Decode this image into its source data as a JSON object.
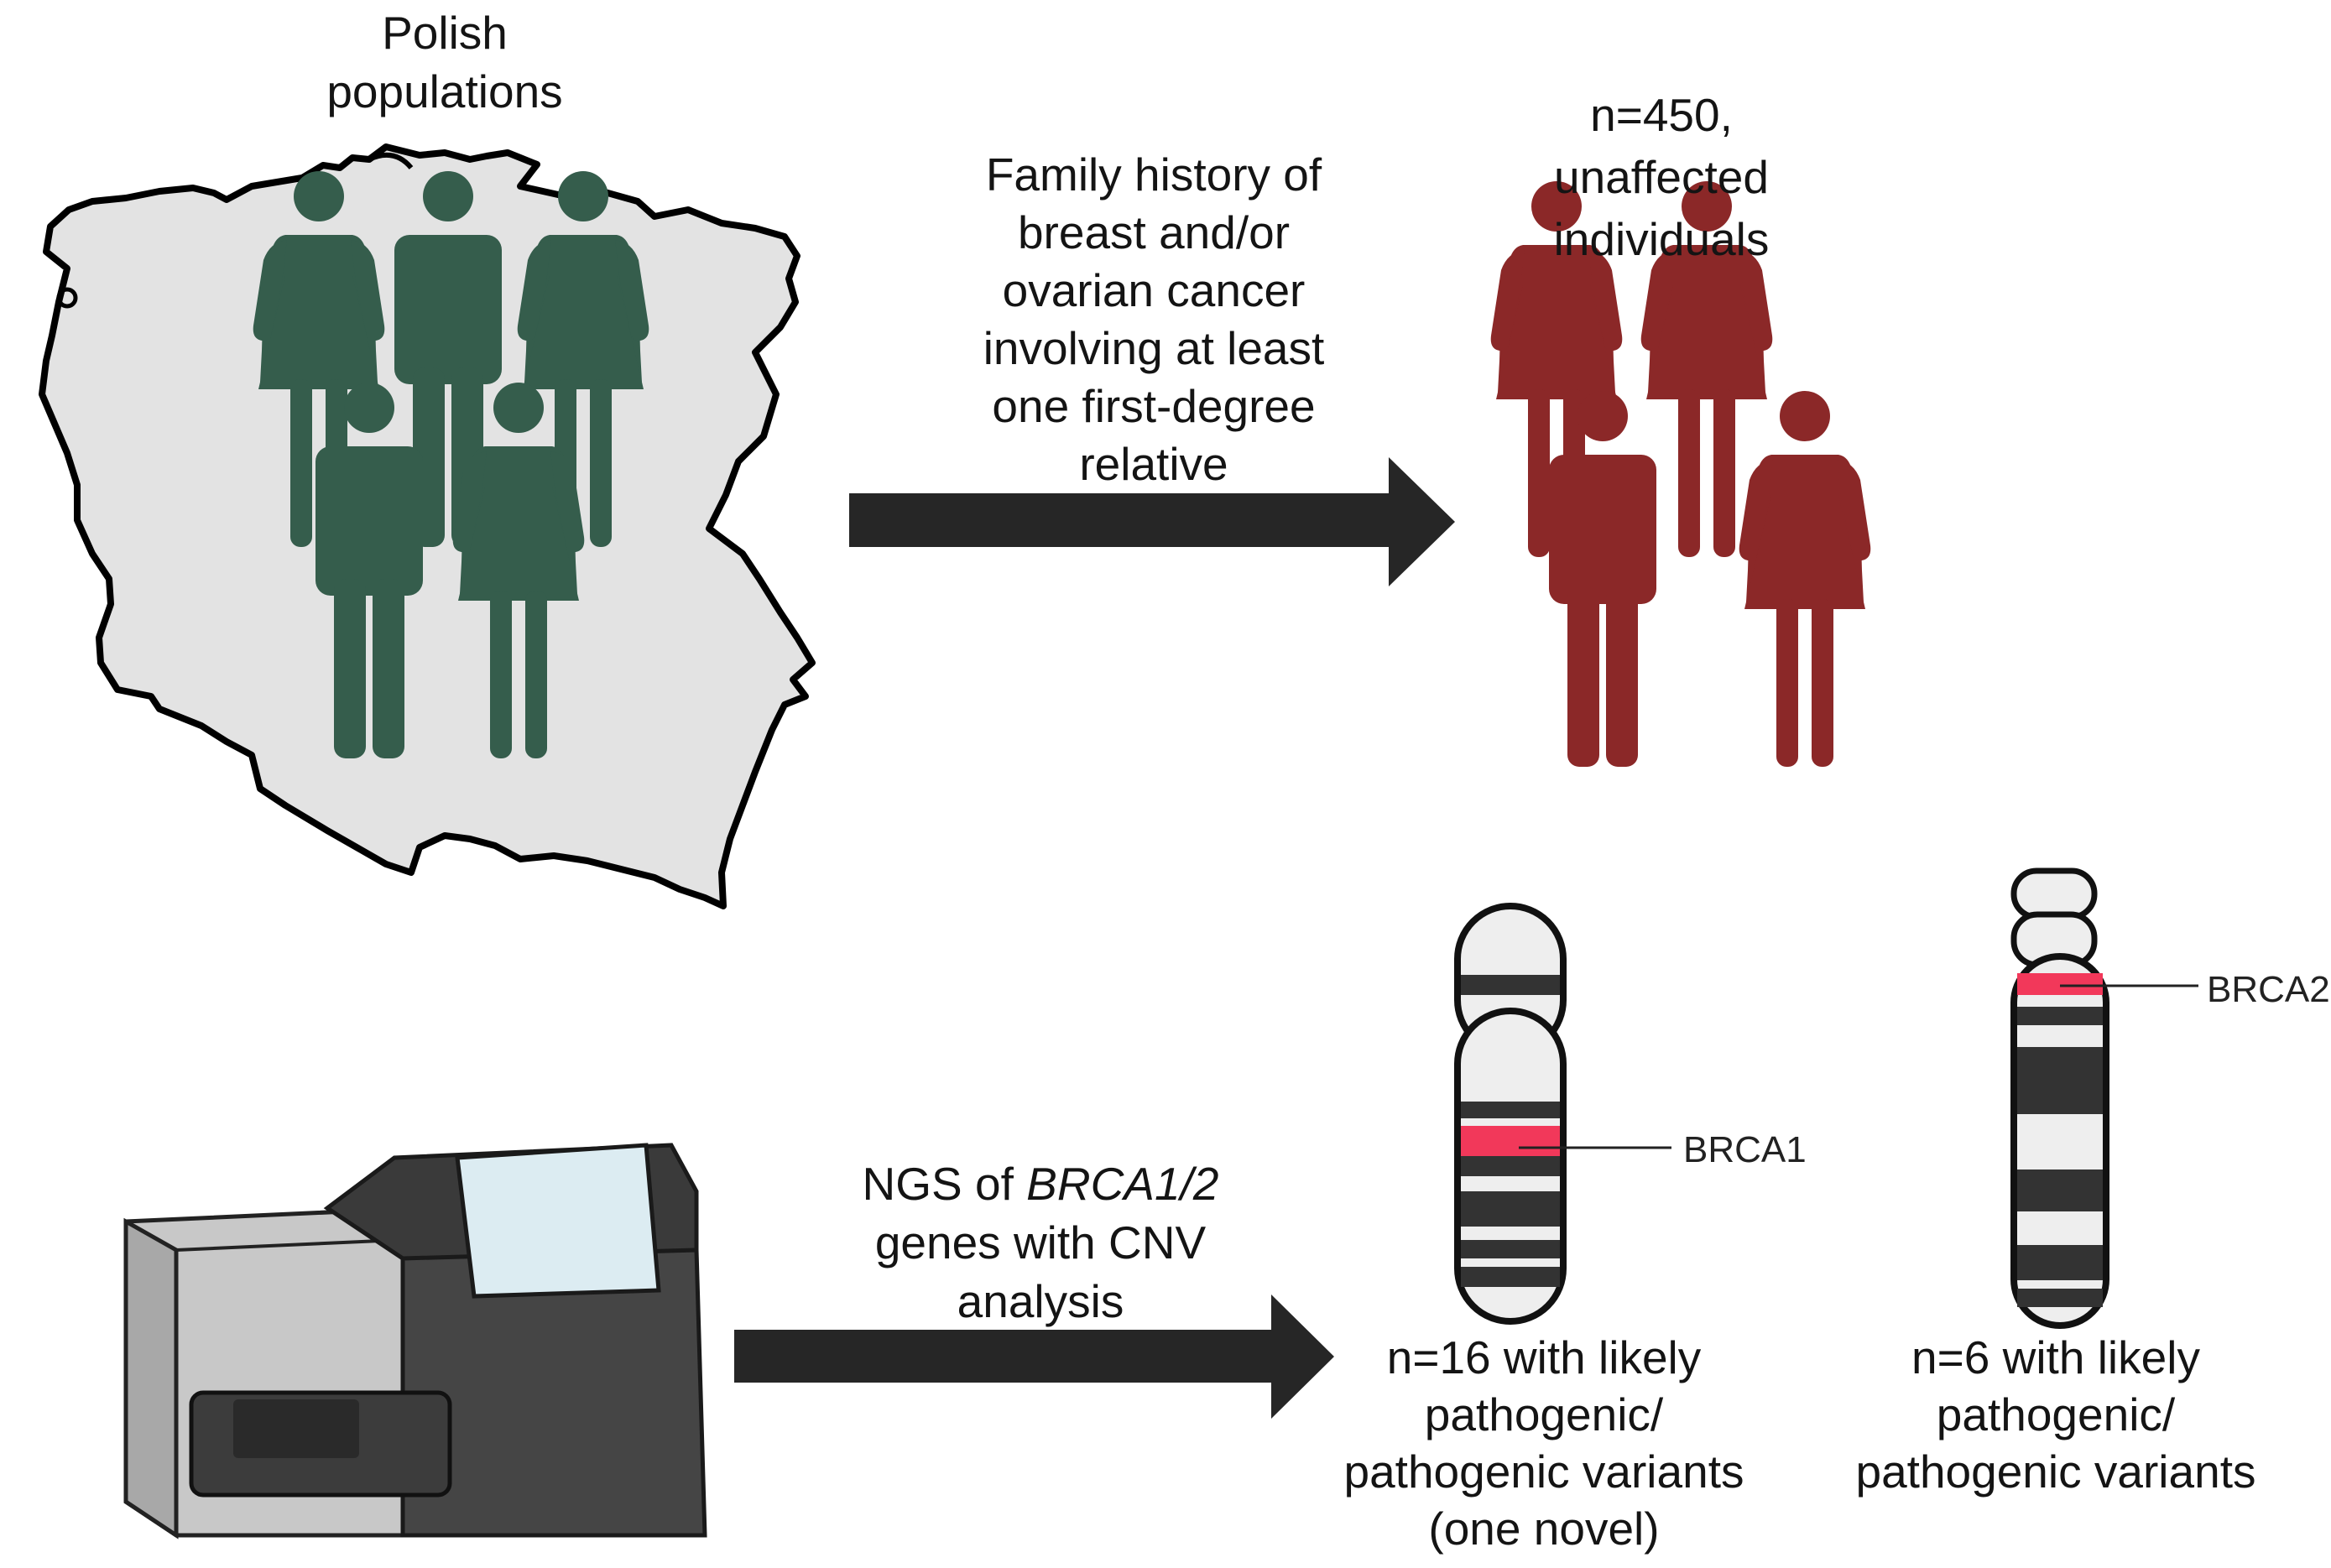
{
  "source_label": [
    "Polish",
    "populations"
  ],
  "criteria_label": [
    "Family history of",
    "breast and/or",
    "ovarian cancer",
    "involving at least",
    "one first-degree",
    "relative"
  ],
  "cohort_label": [
    "n=450,",
    "unaffected",
    "individuals"
  ],
  "method_label": {
    "line1_prefix": "NGS of ",
    "line1_gene": "BRCA1/2",
    "line2": "genes with CNV",
    "line3": "analysis"
  },
  "chromosomes": [
    {
      "gene": "BRCA1",
      "result": [
        "n=16 with likely",
        "pathogenic/",
        "pathogenic variants",
        "(one novel)"
      ]
    },
    {
      "gene": "BRCA2",
      "result": [
        "n=6 with likely",
        "pathogenic/",
        "pathogenic variants"
      ]
    }
  ],
  "colors": {
    "population": "#355d4c",
    "cohort": "#8b2828",
    "arrow": "#262626",
    "map_fill": "#e3e3e3",
    "gene_band": "#f2385a",
    "dark_band": "#333333",
    "light_band": "#eeeeee"
  },
  "icons": [
    "poland-map-icon",
    "female-figure-icon",
    "male-figure-icon",
    "sequencer-icon",
    "chromosome-icon"
  ]
}
